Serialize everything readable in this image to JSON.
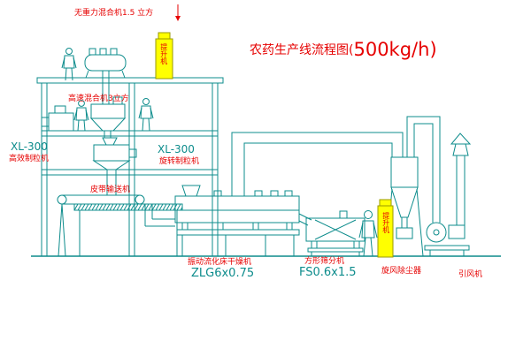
{
  "title": {
    "name_part": "农药生产线流程图(",
    "capacity": "500kg/h",
    "close_paren": ")"
  },
  "equipment_labels": {
    "gravity_mixer": "无重力混合机1.5 立方",
    "high_speed_mixer": "高速混合机3立方",
    "granulator_left_model": "XL-300",
    "granulator_left_name": "高效制粒机",
    "granulator_right_model": "XL-300",
    "granulator_right_name": "旋转制粒机",
    "belt_conveyor": "皮带输送机",
    "dryer_name": "振动流化床干燥机",
    "dryer_model": "ZLG6x0.75",
    "sieve_name": "方形筛分机",
    "sieve_model": "FS0.6x1.5",
    "cyclone": "旋风除尘器",
    "fan": "引风机",
    "elevator_top": "提升机",
    "elevator_right": "提升机"
  },
  "colors": {
    "line_teal": "#0d8c8c",
    "label_red": "#e60000",
    "equipment_yellow": "#ffff00",
    "background": "#ffffff"
  }
}
